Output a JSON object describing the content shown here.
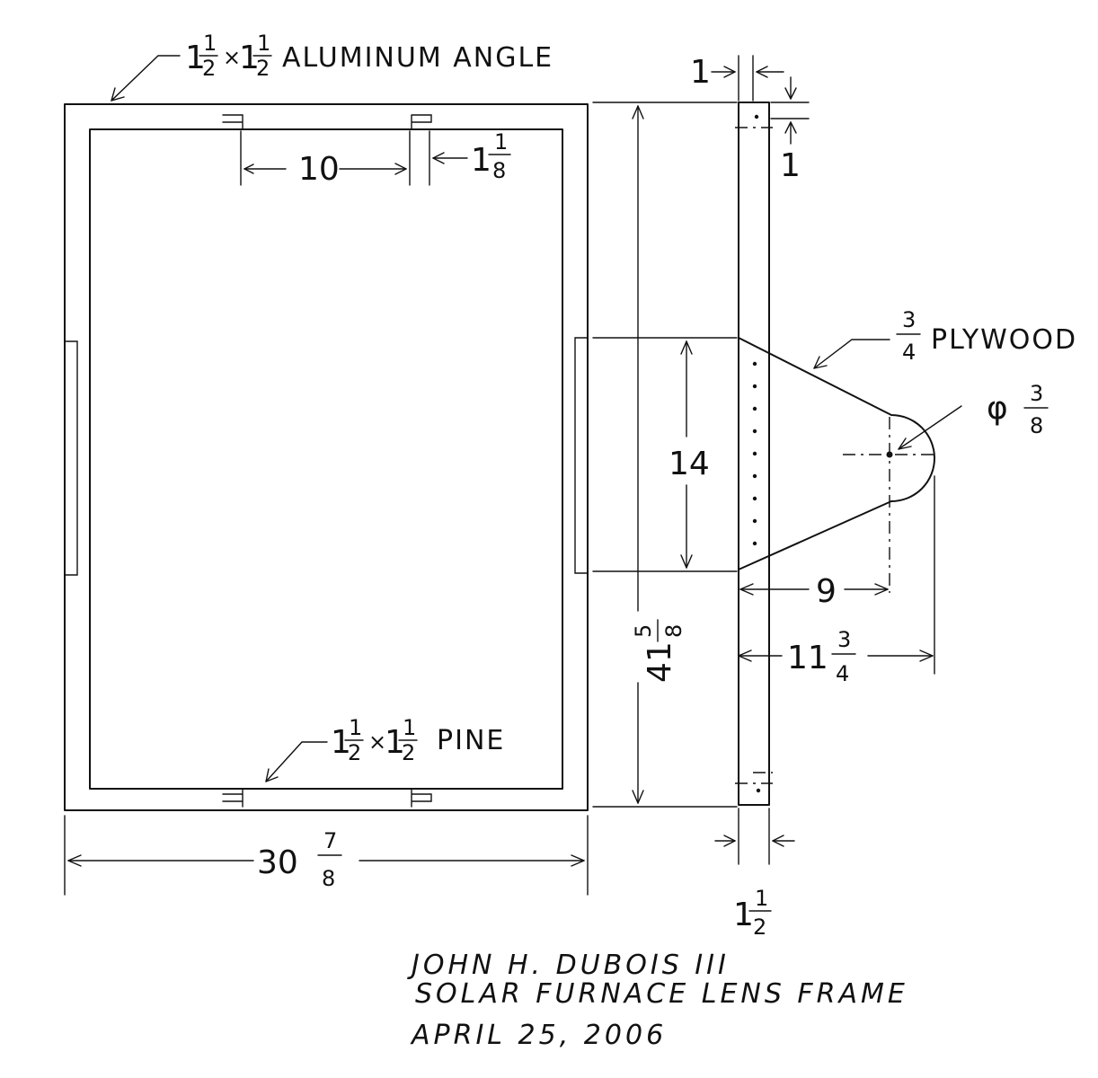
{
  "labels": {
    "aluminum_angle": {
      "whole_a": "1",
      "frac_a_num": "1",
      "frac_a_den": "2",
      "times": "×",
      "whole_b": "1",
      "frac_b_num": "1",
      "frac_b_den": "2",
      "text": "ALUMINUM ANGLE"
    },
    "pine": {
      "whole_a": "1",
      "frac_a_num": "1",
      "frac_a_den": "2",
      "times": "×",
      "whole_b": "1",
      "frac_b_num": "1",
      "frac_b_den": "2",
      "text": "PINE"
    },
    "plywood": {
      "num": "3",
      "den": "4",
      "text": "PLYWOOD"
    },
    "hole": {
      "symbol": "φ",
      "num": "3",
      "den": "8"
    }
  },
  "dimensions": {
    "spacing_10": "10",
    "gap": {
      "whole": "1",
      "num": "1",
      "den": "8"
    },
    "height": {
      "whole": "41",
      "num": "5",
      "den": "8"
    },
    "width": {
      "whole": "30",
      "num": "7",
      "den": "8"
    },
    "bracket_14": "14",
    "offset_9": "9",
    "reach": {
      "whole": "11",
      "num": "3",
      "den": "4"
    },
    "top_1": "1",
    "side_1": "1",
    "thickness": {
      "whole": "1",
      "num": "1",
      "den": "2"
    }
  },
  "title_block": {
    "author": "JOHN H. DUBOIS III",
    "subject": "SOLAR FURNACE LENS FRAME",
    "date": "APRIL 25, 2006"
  }
}
